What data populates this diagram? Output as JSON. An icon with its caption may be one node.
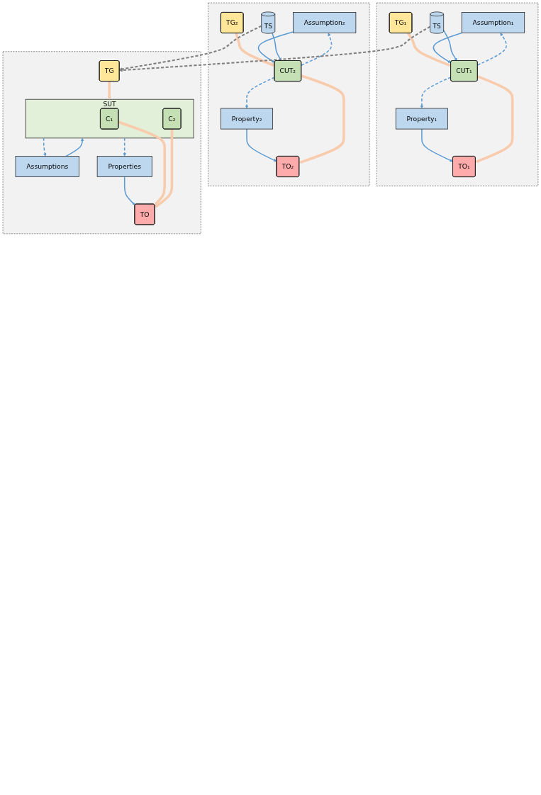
{
  "diagram": {
    "nodes": [
      {
        "text": [],
        "shape": "box"
      },
      {
        "text": [
          "Assumption₁"
        ],
        "in": 0
      },
      {
        "text": [
          "Property₁"
        ],
        "in": 0
      },
      {
        "text": [
          "TG₁"
        ],
        "in": 0
      },
      {
        "text": [
          "CUT₁"
        ],
        "in": 0
      },
      {
        "text": [
          "TO₁"
        ],
        "in": 0
      },
      {
        "text": [
          "TS"
        ],
        "in": 0
      },
      {
        "text": [],
        "shape": "box"
      },
      {
        "text": [
          "Assumption₂"
        ],
        "in": 7
      },
      {
        "text": [
          "Property₂"
        ],
        "in": 7
      },
      {
        "text": [
          "TG₂"
        ],
        "in": 7
      },
      {
        "text": [
          "CUT₂"
        ],
        "in": 7
      },
      {
        "text": [
          "TO₂"
        ],
        "in": 7
      },
      {
        "text": [
          "TS"
        ],
        "in": 7
      },
      {
        "text": [],
        "shape": "box"
      },
      {
        "text": [
          "Assumptions"
        ],
        "in": 14
      },
      {
        "text": [
          "Properties"
        ],
        "in": 14
      },
      {
        "text": [
          "TG"
        ],
        "in": 14
      },
      {
        "text": [
          "SUT"
        ],
        "in": 14
      },
      {
        "text": [
          "C₁"
        ],
        "in": 18
      },
      {
        "text": [
          "C₂"
        ],
        "in": 18
      },
      {
        "text": [
          "TO"
        ],
        "in": 14
      }
    ],
    "edges": [
      {
        "from": 3,
        "to": 4,
        "arrow": "to",
        "style": "thick",
        "color": "#f8cbad"
      },
      {
        "from": 1,
        "to": 4,
        "arrow": "to"
      },
      {
        "from": 6,
        "to": 4,
        "arrow": "to"
      },
      {
        "from": 4,
        "to": 1,
        "arrow": "to",
        "style": "dashed"
      },
      {
        "from": 4,
        "to": 2,
        "arrow": "to",
        "style": "dashed"
      },
      {
        "from": 2,
        "to": 5,
        "arrow": "to"
      },
      {
        "from": 4,
        "to": 5,
        "arrow": "to",
        "style": "thick",
        "color": "#f8cbad"
      },
      {
        "from": 10,
        "to": 11,
        "arrow": "to",
        "style": "thick",
        "color": "#f8cbad"
      },
      {
        "from": 8,
        "to": 11,
        "arrow": "to"
      },
      {
        "from": 13,
        "to": 11,
        "arrow": "to"
      },
      {
        "from": 11,
        "to": 8,
        "arrow": "to",
        "style": "dashed"
      },
      {
        "from": 11,
        "to": 9,
        "arrow": "to",
        "style": "dashed"
      },
      {
        "from": 9,
        "to": 12,
        "arrow": "to"
      },
      {
        "from": 11,
        "to": 12,
        "arrow": "to",
        "style": "thick",
        "color": "#f8cbad"
      },
      {
        "from": 17,
        "to": 18,
        "arrow": "to",
        "style": "thick",
        "color": "#f8cbad"
      },
      {
        "from": 15,
        "to": 18,
        "arrow": "to"
      },
      {
        "from": 18,
        "to": 15,
        "arrow": "to",
        "style": "dashed"
      },
      {
        "from": 18,
        "to": 16,
        "arrow": "to",
        "style": "dashed"
      },
      {
        "from": 16,
        "to": 21,
        "arrow": "to"
      },
      {
        "from": 19,
        "to": 21,
        "arrow": "to",
        "style": "thick",
        "color": "#f8cbad"
      },
      {
        "from": 20,
        "to": 21,
        "arrow": "to",
        "style": "thick",
        "color": "#f8cbad"
      },
      {
        "from": 6,
        "to": 17,
        "arrow": "to",
        "style": "dashed",
        "color": "#7f7f7f"
      },
      {
        "from": 13,
        "to": 17,
        "arrow": "to",
        "style": "dashed",
        "color": "#7f7f7f"
      }
    ]
  }
}
